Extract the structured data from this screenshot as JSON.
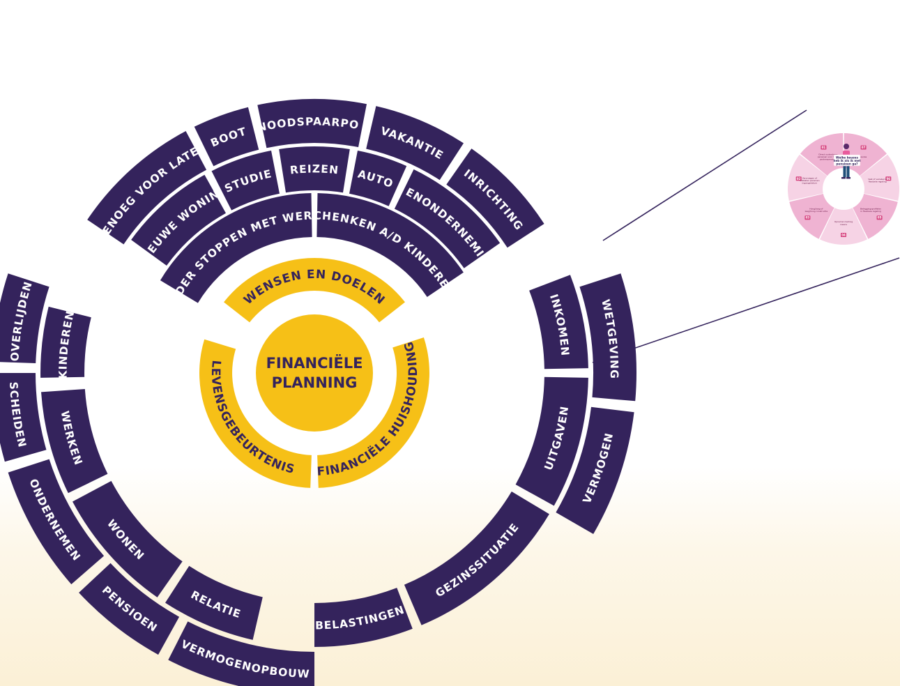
{
  "diagram": {
    "center": [
      "FINANCIËLE",
      "PLANNING"
    ],
    "themes": {
      "top": "WENSEN EN DOELEN",
      "left": "LEVENSGEBEURTENIS",
      "right": "FINANCIËLE HUISHOUDING"
    },
    "wishes": {
      "ring1": [
        "EERDER STOPPEN MET WERKEN",
        "SCHENKEN A/D KINDEREN"
      ],
      "ring2": [
        "NIEUWE WONING",
        "STUDIE",
        "REIZEN",
        "AUTO",
        "EIGENONDERNEMING"
      ],
      "ring3": [
        "GENOEG VOOR LATER",
        "BOOT",
        "NOODSPAARPOT",
        "VAKANTIE",
        "INRICHTING"
      ]
    },
    "events": {
      "ring1": [
        "KINDEREN",
        "WERKEN",
        "WONEN",
        "RELATIE"
      ],
      "ring2": [
        "OVERLIJDEN",
        "SCHEIDEN",
        "ONDERNEMEN",
        "PENSIOEN",
        "VERMOGENOPBOUW"
      ]
    },
    "household": {
      "ring1": [
        "INKOMEN",
        "UITGAVEN",
        "GEZINSSITUATIE",
        "BELASTINGEN"
      ],
      "ring2": [
        "WETGEVING",
        "VERMOGEN"
      ]
    }
  },
  "inset": {
    "question": [
      "Welke keuzes",
      "heb ik als ik met",
      "pensioen ga?"
    ],
    "items": [
      {
        "num": "01",
        "text": [
          "Direct ouderdoms-",
          "pensioen voor hoger",
          "partnerpensioen"
        ]
      },
      {
        "num": "02",
        "text": [
          "Vervroegen of",
          "uitstellen pensioen",
          "ingangsdatum"
        ]
      },
      {
        "num": "03",
        "text": [
          "Hoog/laag of",
          "laag/hoog constructie"
        ]
      },
      {
        "num": "04",
        "text": [
          "Opnemen bedrag",
          "ineens"
        ]
      },
      {
        "num": "05",
        "text": [
          "Beleggingsprofielen",
          "in flexibele regeling"
        ]
      },
      {
        "num": "06",
        "text": [
          "Vast of variabel in",
          "flexibele regeling"
        ]
      },
      {
        "num": "07",
        "text": [
          "Overige keuzes"
        ]
      }
    ],
    "colors": {
      "light": "#f6d3e5",
      "mid": "#efb3d2",
      "accent": "#d6437f"
    }
  },
  "colors": {
    "segment": "#34235c",
    "yellow": "#f6c017",
    "background": "#ffffff"
  }
}
